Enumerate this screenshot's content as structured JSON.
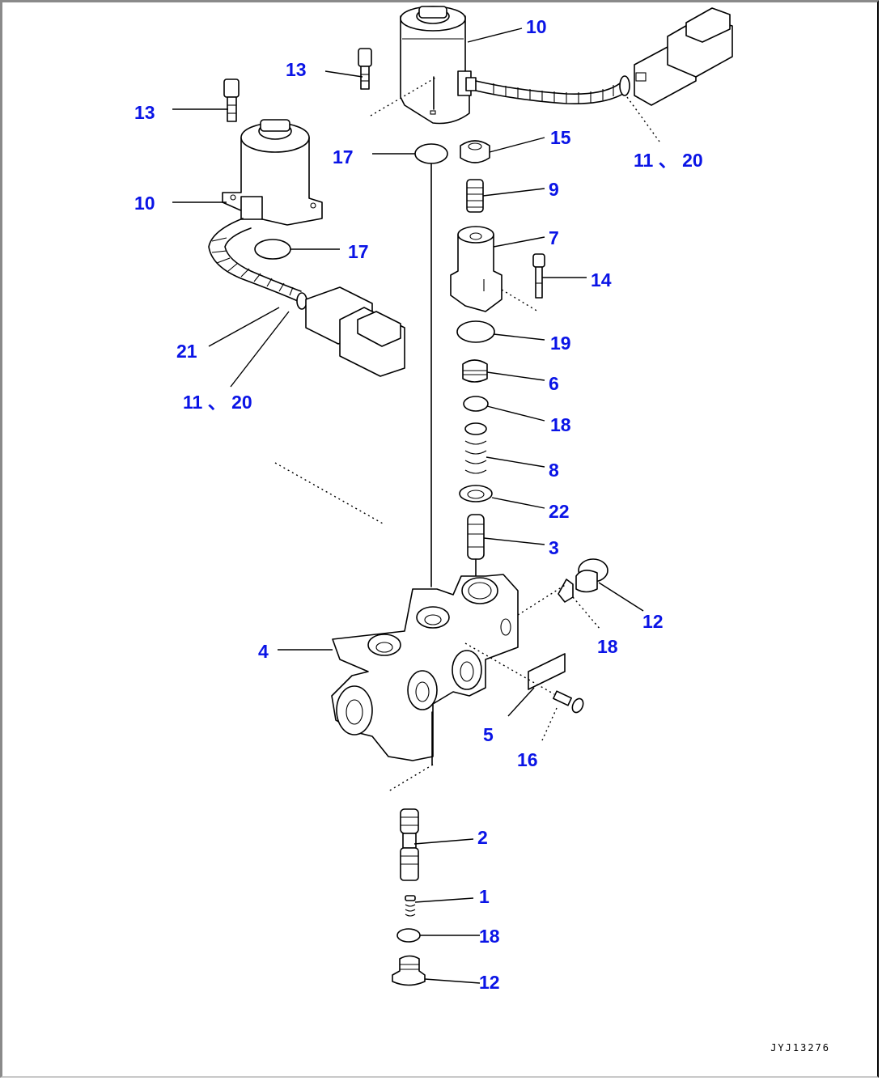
{
  "diagram": {
    "type": "exploded parts diagram",
    "subject": "solenoid valve assembly",
    "figure_id": "JYJ13276",
    "colors": {
      "callout": "#0a14e6",
      "line": "#000000",
      "background": "#ffffff"
    }
  },
  "callouts": [
    {
      "id": "c-10-top",
      "label": "10"
    },
    {
      "id": "c-13-a",
      "label": "13"
    },
    {
      "id": "c-13-b",
      "label": "13"
    },
    {
      "id": "c-10-left",
      "label": "10"
    },
    {
      "id": "c-17-top",
      "label": "17"
    },
    {
      "id": "c-15",
      "label": "15"
    },
    {
      "id": "c-11-20-top",
      "label": "11 、 20"
    },
    {
      "id": "c-9",
      "label": "9"
    },
    {
      "id": "c-7",
      "label": "7"
    },
    {
      "id": "c-14",
      "label": "14"
    },
    {
      "id": "c-17-mid",
      "label": "17"
    },
    {
      "id": "c-21",
      "label": "21"
    },
    {
      "id": "c-11-20-left",
      "label": "11 、 20"
    },
    {
      "id": "c-19",
      "label": "19"
    },
    {
      "id": "c-6",
      "label": "6"
    },
    {
      "id": "c-18-a",
      "label": "18"
    },
    {
      "id": "c-8",
      "label": "8"
    },
    {
      "id": "c-22",
      "label": "22"
    },
    {
      "id": "c-3",
      "label": "3"
    },
    {
      "id": "c-12-right",
      "label": "12"
    },
    {
      "id": "c-4",
      "label": "4"
    },
    {
      "id": "c-18-b",
      "label": "18"
    },
    {
      "id": "c-5",
      "label": "5"
    },
    {
      "id": "c-16",
      "label": "16"
    },
    {
      "id": "c-2",
      "label": "2"
    },
    {
      "id": "c-1",
      "label": "1"
    },
    {
      "id": "c-18-c",
      "label": "18"
    },
    {
      "id": "c-12-bottom",
      "label": "12"
    }
  ]
}
